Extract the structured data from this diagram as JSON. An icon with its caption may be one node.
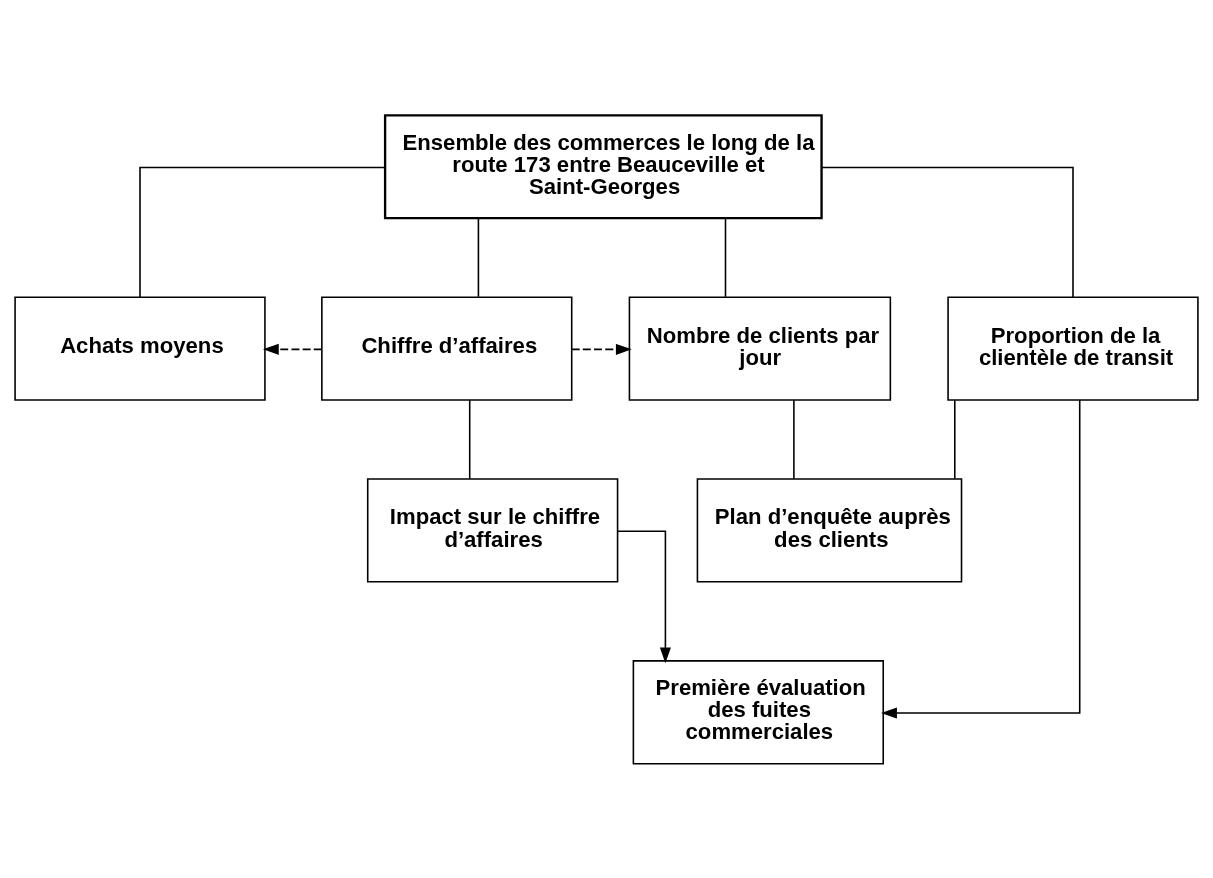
{
  "diagram": {
    "nodes": [
      {
        "text": [
          "Ensemble des commerces le long de la route 173 entre Beauceville et Saint-Georges"
        ]
      },
      {
        "text": [
          "Achats moyens"
        ]
      },
      {
        "text": [
          "Chiffre d’affaires"
        ]
      },
      {
        "text": [
          "Nombre de clients par jour"
        ]
      },
      {
        "text": [
          "Proportion de la clientèle de transit"
        ]
      },
      {
        "text": [
          "Impact sur le chiffre d’affaires"
        ]
      },
      {
        "text": [
          "Plan d’enquête auprès des clients"
        ]
      },
      {
        "text": [
          "Première évaluation des fuites commerciales"
        ]
      }
    ],
    "edges": [
      {
        "from": 0,
        "to": 1,
        "arrow": "none"
      },
      {
        "from": 0,
        "to": 2,
        "arrow": "none"
      },
      {
        "from": 0,
        "to": 3,
        "arrow": "none"
      },
      {
        "from": 0,
        "to": 4,
        "arrow": "none"
      },
      {
        "from": 2,
        "to": 1,
        "arrow": "to",
        "style": "dashed"
      },
      {
        "from": 2,
        "to": 3,
        "arrow": "to",
        "style": "dashed"
      },
      {
        "from": 2,
        "to": 5,
        "arrow": "none"
      },
      {
        "from": 3,
        "to": 6,
        "arrow": "none"
      },
      {
        "from": 4,
        "to": 6,
        "arrow": "none"
      },
      {
        "from": 5,
        "to": 7,
        "arrow": "to"
      },
      {
        "from": 4,
        "to": 7,
        "arrow": "to"
      }
    ]
  }
}
